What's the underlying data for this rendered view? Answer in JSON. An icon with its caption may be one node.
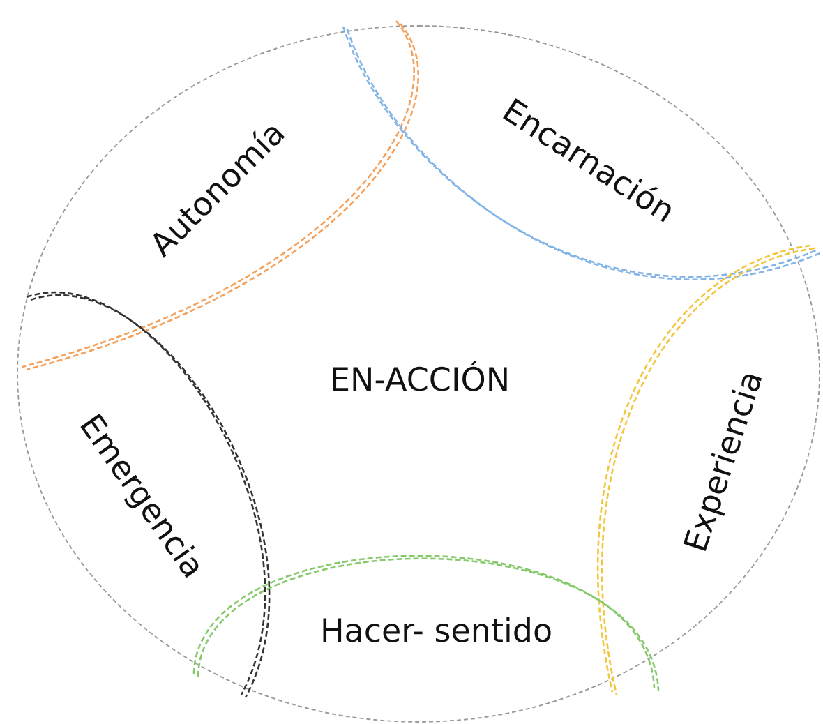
{
  "diagram": {
    "nodes": [
      {
        "text": [
          "EN-ACCIÓN"
        ]
      },
      {
        "text": [
          "Autonomía"
        ],
        "in": 0
      },
      {
        "text": [
          "Encarnación"
        ],
        "in": 0
      },
      {
        "text": [
          "Experiencia"
        ],
        "in": 0
      },
      {
        "text": [
          "Hacer- sentido"
        ],
        "in": 0
      },
      {
        "text": [
          "Emergencia"
        ],
        "in": 0
      }
    ]
  }
}
